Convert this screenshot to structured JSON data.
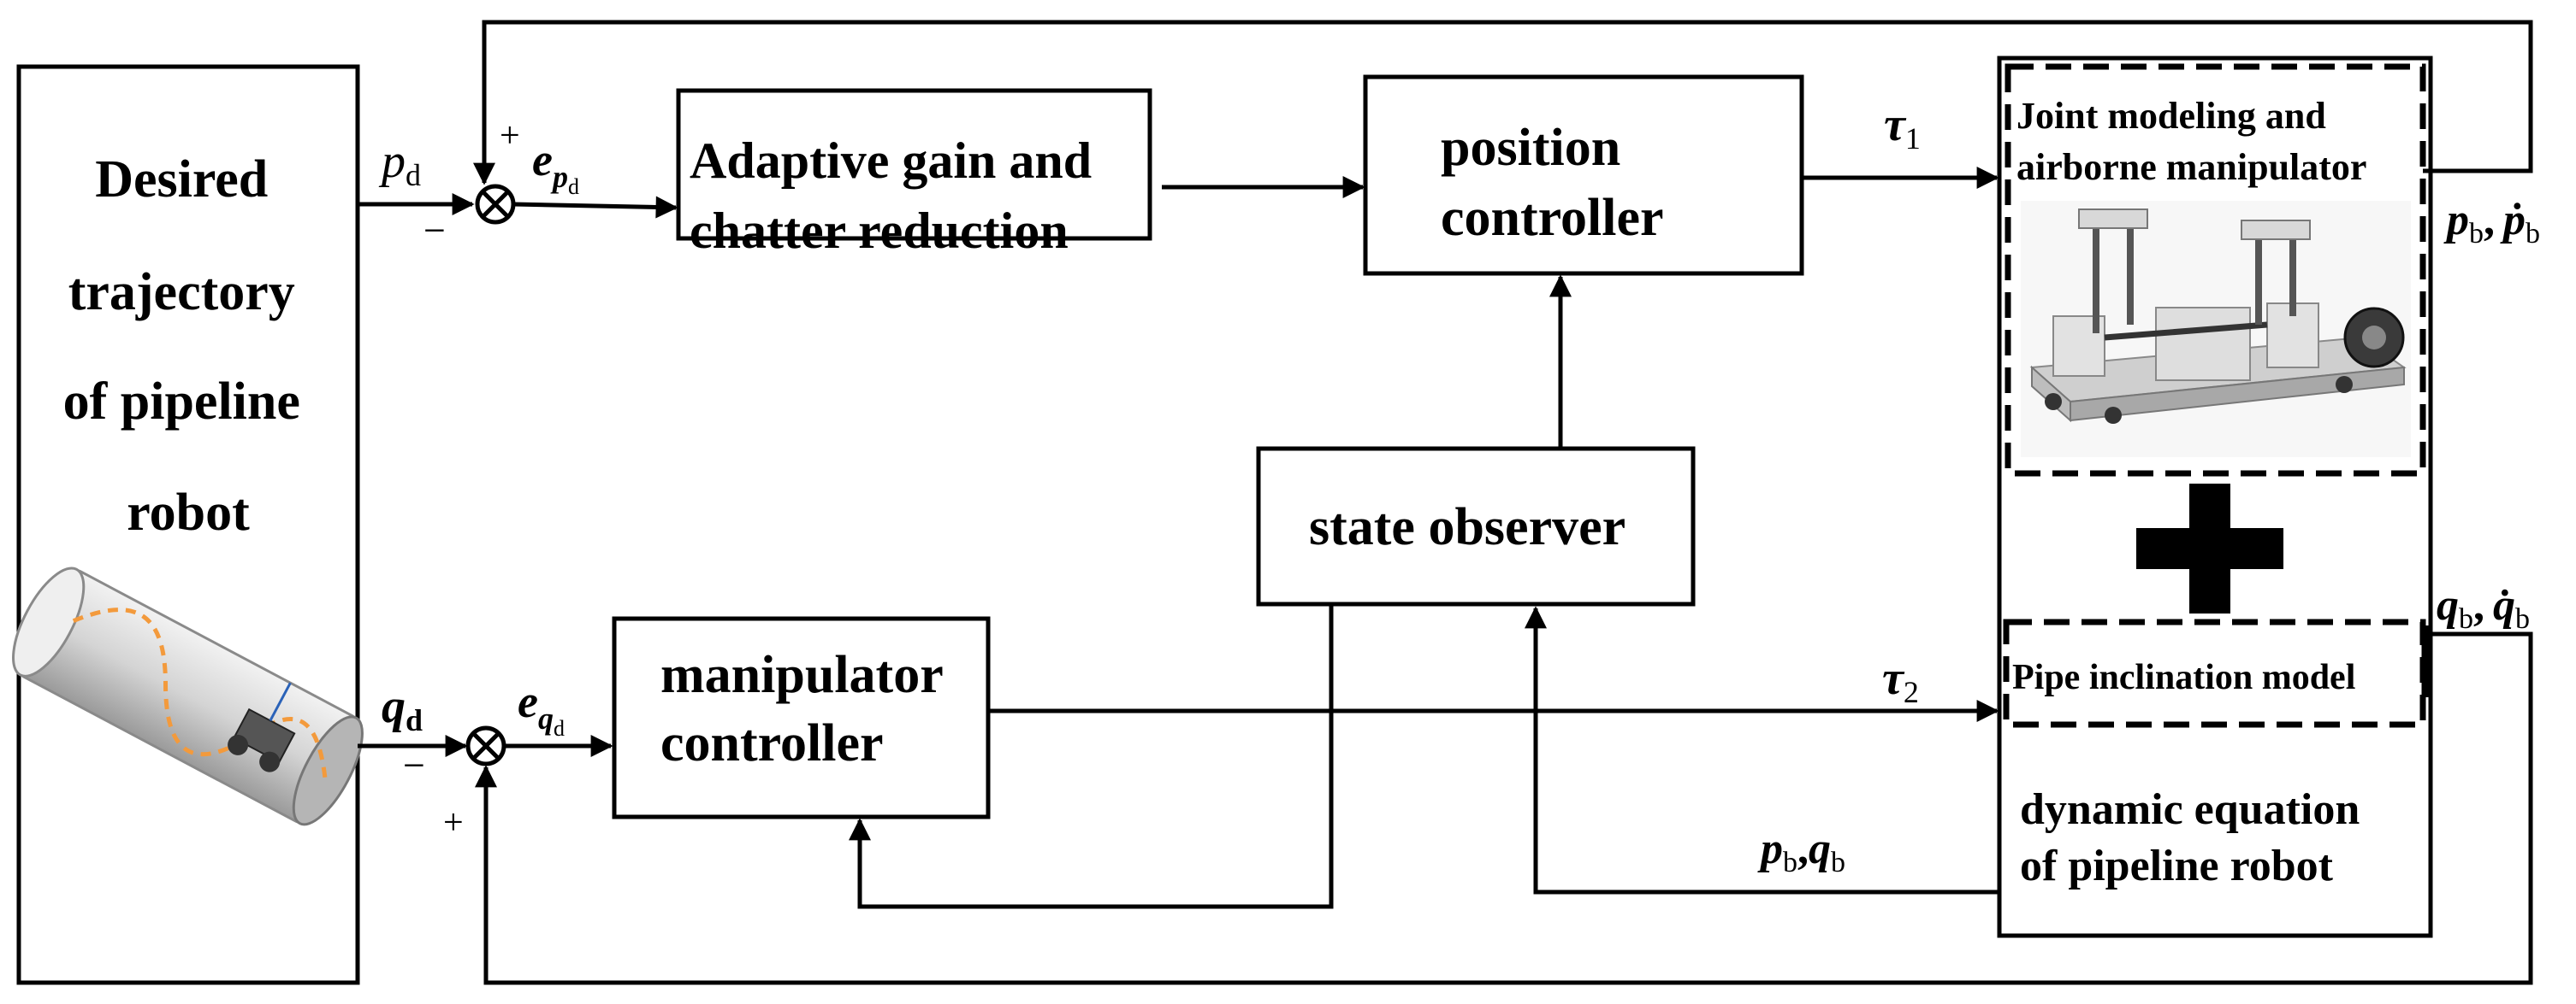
{
  "blocks": {
    "desired_trajectory": [
      "Desired",
      "trajectory",
      "of pipeline",
      "robot"
    ],
    "adaptive_gain": [
      "Adaptive gain and",
      "chatter reduction"
    ],
    "position_controller": [
      "position",
      "controller"
    ],
    "state_observer": "state observer",
    "manipulator_controller": [
      "manipulator",
      "controller"
    ],
    "joint_modeling": [
      "Joint modeling and",
      "airborne manipulator"
    ],
    "pipe_inclination": "Pipe inclination model",
    "dynamic_equation": [
      "dynamic equation",
      "of pipeline robot"
    ]
  },
  "signals": {
    "p_d": {
      "sym": "p",
      "sub": "d"
    },
    "e_pd": {
      "sym": "e",
      "sub": "p",
      "subsub": "d"
    },
    "q_d": {
      "sym": "q",
      "sub": "d"
    },
    "e_qd": {
      "sym": "e",
      "sub": "q",
      "subsub": "d"
    },
    "tau1": {
      "sym": "τ",
      "sub": "1"
    },
    "tau2": {
      "sym": "τ",
      "sub": "2"
    },
    "pb_dpb": {
      "a": "p",
      "asub": "b",
      "sep": ",",
      "b": "ṗ",
      "bsub": "b"
    },
    "qb_dqb": {
      "a": "q",
      "asub": "b",
      "sep": ",",
      "b": "q̇",
      "bsub": "b"
    },
    "pb_qb": {
      "a": "p",
      "asub": "b",
      "sep": ",",
      "b": "q",
      "bsub": "b"
    }
  },
  "signs": {
    "plus": "+",
    "minus": "−"
  },
  "icons": {
    "summing_junction": "circle-with-x-icon",
    "plus_symbol": "bold-plus-icon",
    "robot_image": "cartesian-manipulator-illustration",
    "pipe_image": "pipe-with-trajectory-illustration"
  },
  "colors": {
    "line": "#000000",
    "trajectory": "#f39a3c",
    "pipe": "#d8d8d8"
  }
}
